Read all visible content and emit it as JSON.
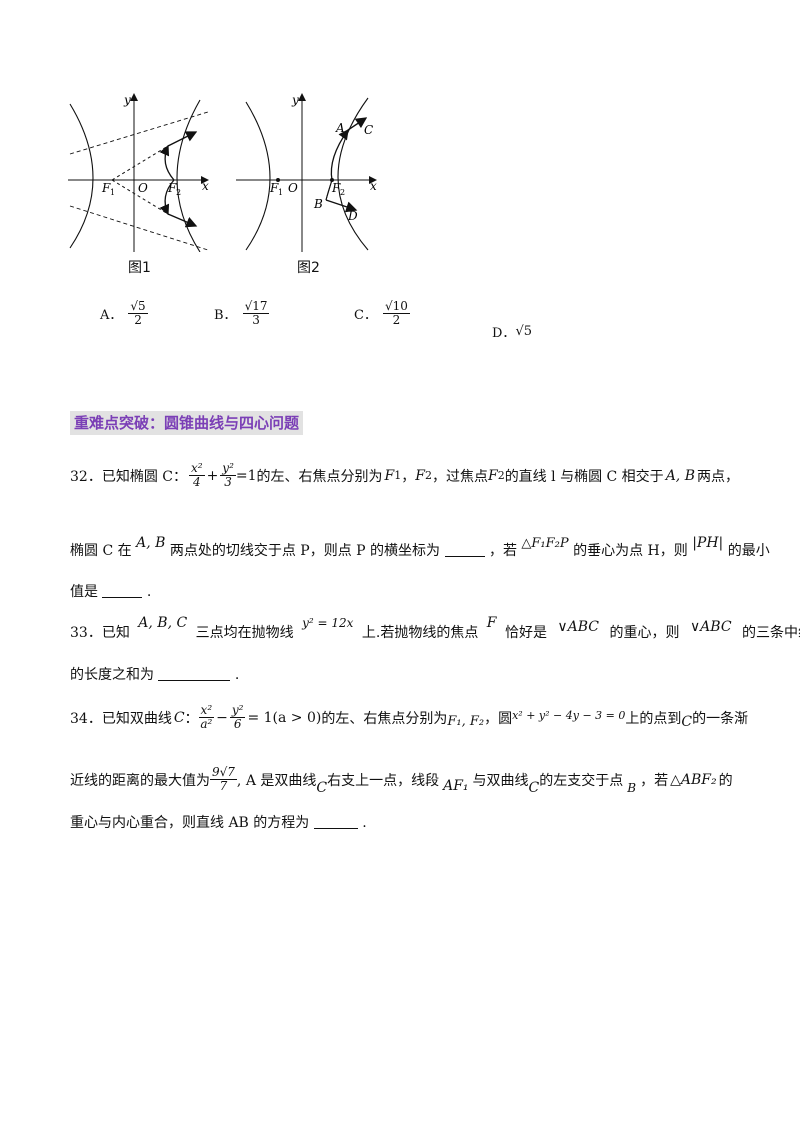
{
  "figures": [
    {
      "caption": "图1",
      "labels": {
        "y": "y",
        "x": "x",
        "O": "O",
        "F1": "F",
        "F2": "F",
        "s1": "1",
        "s2": "2"
      }
    },
    {
      "caption": "图2",
      "labels": {
        "y": "y",
        "x": "x",
        "O": "O",
        "F1": "F",
        "F2": "F",
        "s1": "1",
        "s2": "2",
        "A": "A",
        "B": "B",
        "C": "C",
        "D": "D"
      }
    }
  ],
  "options": [
    {
      "letter": "A．",
      "num": "√5",
      "den": "2"
    },
    {
      "letter": "B．",
      "num": "√17",
      "den": "3"
    },
    {
      "letter": "C．",
      "num": "√10",
      "den": "2"
    },
    {
      "letter": "D．",
      "value": "√5"
    }
  ],
  "section_heading": "重难点突破：圆锥曲线与四心问题",
  "problems": {
    "p32": {
      "l1": {
        "a": "32．已知椭圆 C：",
        "f1n": "x²",
        "f1d": "4",
        "plus": "+",
        "f2n": "y²",
        "f2d": "3",
        "eq": "=1",
        "b": "的左、右焦点分别为",
        "F1": "F",
        "s1": "1",
        "sep": "，",
        "F2": "F",
        "s2": "2",
        "c": "，过焦点",
        "F3": "F",
        "s3": "2",
        "d": "的直线 l 与椭圆 C 相交于",
        "AB": "A, B",
        "e": "两点，"
      },
      "l2": {
        "a": "椭圆 C 在",
        "AB": "A, B",
        "b": "两点处的切线交于点 P，则点 P 的横坐标为",
        "c": "，若",
        "tri": "△F₁F₂P",
        "d": "的垂心为点 H，则",
        "abs": "|PH|",
        "e": "的最小"
      },
      "l3": {
        "a": "值是",
        "b": "."
      }
    },
    "p33": {
      "l1": {
        "a": "33．已知",
        "pts": "A, B, C",
        "b": "三点均在抛物线",
        "eq": "y² = 12x",
        "c": "上.若抛物线的焦点",
        "F": "F",
        "d": "恰好是",
        "tri1": "∨ABC",
        "e": "的重心，则",
        "tri2": "∨ABC",
        "f": "的三条中线"
      },
      "l2": {
        "a": "的长度之和为",
        "b": "."
      }
    },
    "p34": {
      "l1": {
        "a": "34．已知双曲线",
        "C": "C",
        "colon": "：",
        "f1n": "x²",
        "f1d": "a²",
        "minus": "−",
        "f2n": "y²",
        "f2d": "6",
        "eq": "= 1(a > 0)",
        "b": "的左、右焦点分别为",
        "F12": "F₁, F₂",
        "c": "，圆",
        "circ": "x² + y² − 4y − 3 = 0",
        "d": "上的点到",
        "C2": "C",
        "e": "的一条渐"
      },
      "l2": {
        "a": "近线的距离的最大值为",
        "fn": "9√7",
        "fd": "7",
        "b": ", A 是双曲线",
        "C": "C",
        "c": "右支上一点，线段",
        "AF1": "AF₁",
        "d": "与双曲线",
        "C2": "C",
        "e": "的左支交于点",
        "B": "B",
        "f": "，若",
        "tri": "△ABF₂",
        "g": "的"
      },
      "l3": {
        "a": "重心与内心重合，则直线 AB 的方程为",
        "b": "."
      }
    }
  }
}
